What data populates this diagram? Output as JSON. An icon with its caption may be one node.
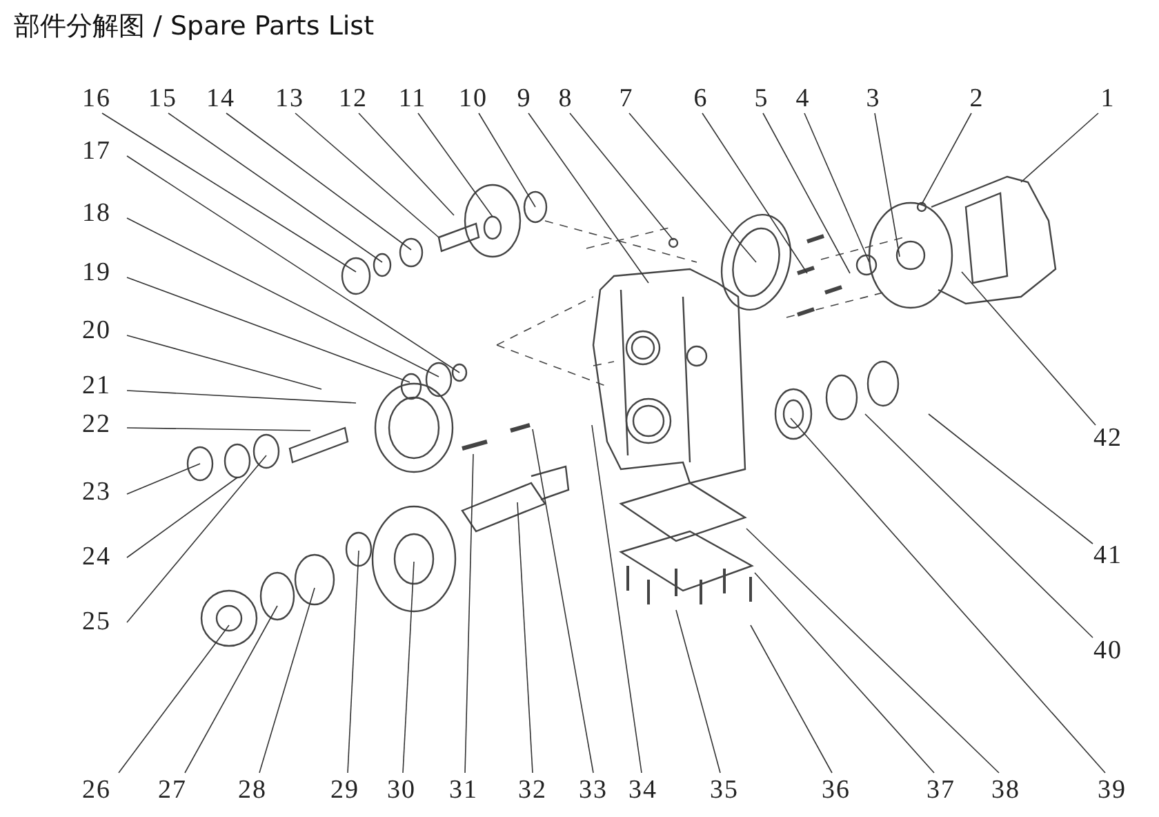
{
  "diagram": {
    "title": "部件分解图 / Spare Parts List",
    "nodes": [
      {
        "text": [
          "1"
        ]
      },
      {
        "text": [
          "2"
        ]
      },
      {
        "text": [
          "3"
        ]
      },
      {
        "text": [
          "4"
        ]
      },
      {
        "text": [
          "5"
        ]
      },
      {
        "text": [
          "6"
        ]
      },
      {
        "text": [
          "7"
        ]
      },
      {
        "text": [
          "8"
        ]
      },
      {
        "text": [
          "9"
        ]
      },
      {
        "text": [
          "10"
        ]
      },
      {
        "text": [
          "11"
        ]
      },
      {
        "text": [
          "12"
        ]
      },
      {
        "text": [
          "13"
        ]
      },
      {
        "text": [
          "14"
        ]
      },
      {
        "text": [
          "15"
        ]
      },
      {
        "text": [
          "16"
        ]
      },
      {
        "text": [
          "17"
        ]
      },
      {
        "text": [
          "18"
        ]
      },
      {
        "text": [
          "19"
        ]
      },
      {
        "text": [
          "20"
        ]
      },
      {
        "text": [
          "21"
        ]
      },
      {
        "text": [
          "22"
        ]
      },
      {
        "text": [
          "23"
        ]
      },
      {
        "text": [
          "24"
        ]
      },
      {
        "text": [
          "25"
        ]
      },
      {
        "text": [
          "26"
        ]
      },
      {
        "text": [
          "27"
        ]
      },
      {
        "text": [
          "28"
        ]
      },
      {
        "text": [
          "29"
        ]
      },
      {
        "text": [
          "30"
        ]
      },
      {
        "text": [
          "31"
        ]
      },
      {
        "text": [
          "32"
        ]
      },
      {
        "text": [
          "33"
        ]
      },
      {
        "text": [
          "34"
        ]
      },
      {
        "text": [
          "35"
        ]
      },
      {
        "text": [
          "36"
        ]
      },
      {
        "text": [
          "37"
        ]
      },
      {
        "text": [
          "38"
        ]
      },
      {
        "text": [
          "39"
        ]
      },
      {
        "text": [
          "40"
        ]
      },
      {
        "text": [
          "41"
        ]
      },
      {
        "text": [
          "42"
        ]
      }
    ],
    "edges": [
      {
        "from": 0,
        "to": null,
        "arrow": "none"
      },
      {
        "from": 1,
        "to": null,
        "arrow": "none"
      },
      {
        "from": 2,
        "to": null,
        "arrow": "none"
      },
      {
        "from": 3,
        "to": null,
        "arrow": "none"
      },
      {
        "from": 4,
        "to": null,
        "arrow": "none"
      },
      {
        "from": 5,
        "to": null,
        "arrow": "none"
      },
      {
        "from": 6,
        "to": null,
        "arrow": "none"
      },
      {
        "from": 7,
        "to": null,
        "arrow": "none"
      },
      {
        "from": 8,
        "to": null,
        "arrow": "none"
      },
      {
        "from": 9,
        "to": null,
        "arrow": "none"
      },
      {
        "from": 10,
        "to": null,
        "arrow": "none"
      },
      {
        "from": 11,
        "to": null,
        "arrow": "none"
      },
      {
        "from": 12,
        "to": null,
        "arrow": "none"
      },
      {
        "from": 13,
        "to": null,
        "arrow": "none"
      },
      {
        "from": 14,
        "to": null,
        "arrow": "none"
      },
      {
        "from": 15,
        "to": null,
        "arrow": "none"
      },
      {
        "from": 16,
        "to": null,
        "arrow": "none"
      },
      {
        "from": 17,
        "to": null,
        "arrow": "none"
      },
      {
        "from": 18,
        "to": null,
        "arrow": "none"
      },
      {
        "from": 19,
        "to": null,
        "arrow": "none"
      },
      {
        "from": 20,
        "to": null,
        "arrow": "none"
      },
      {
        "from": 21,
        "to": null,
        "arrow": "none"
      },
      {
        "from": 22,
        "to": null,
        "arrow": "none"
      },
      {
        "from": 23,
        "to": null,
        "arrow": "none"
      },
      {
        "from": 24,
        "to": null,
        "arrow": "none"
      },
      {
        "from": 25,
        "to": null,
        "arrow": "none"
      },
      {
        "from": 26,
        "to": null,
        "arrow": "none"
      },
      {
        "from": 27,
        "to": null,
        "arrow": "none"
      },
      {
        "from": 28,
        "to": null,
        "arrow": "none"
      },
      {
        "from": 29,
        "to": null,
        "arrow": "none"
      },
      {
        "from": 30,
        "to": null,
        "arrow": "none"
      },
      {
        "from": 31,
        "to": null,
        "arrow": "none"
      },
      {
        "from": 32,
        "to": null,
        "arrow": "none"
      },
      {
        "from": 33,
        "to": null,
        "arrow": "none"
      },
      {
        "from": 34,
        "to": null,
        "arrow": "none"
      },
      {
        "from": 35,
        "to": null,
        "arrow": "none"
      },
      {
        "from": 36,
        "to": null,
        "arrow": "none"
      },
      {
        "from": 37,
        "to": null,
        "arrow": "none"
      },
      {
        "from": 38,
        "to": null,
        "arrow": "none"
      },
      {
        "from": 39,
        "to": null,
        "arrow": "none"
      },
      {
        "from": 40,
        "to": null,
        "arrow": "none"
      },
      {
        "from": 41,
        "to": null,
        "arrow": "none"
      }
    ]
  }
}
